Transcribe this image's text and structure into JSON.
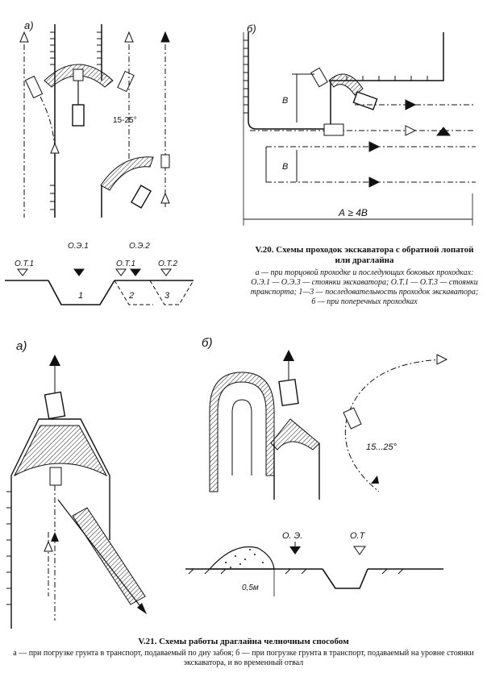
{
  "fig_v20": {
    "panel_a": "а)",
    "panel_b": "б)",
    "angle_a": "15-25°",
    "dim_b1": "В",
    "dim_b2": "В",
    "dim_a": "А ≥ 4В",
    "section_labels": [
      "О.Э.1",
      "О.Э.2",
      "О.Т.1",
      "О.Т.1",
      "О.Т.2",
      "1",
      "2",
      "3"
    ],
    "caption_title": "V.20. Схемы проходок экскаватора с обратной лопатой или драглайна",
    "caption_body": "а — при торцовой проходке и последующих боковых проходках: О.Э.1 — О.Э.3 — стоянки экскаватора; О.Т.1 — О.Т.3 — стоянки транспорта; 1—3 — последовательность проходок экскаватора; б — при поперечных проходках"
  },
  "fig_v21": {
    "panel_a": "а)",
    "panel_b": "б)",
    "angle_b": "15...25°",
    "label_oe": "О. Э.",
    "label_ot": "О.Т",
    "dim_depth": "0,5м",
    "caption_title": "V.21. Схемы работы драглайна челночным способом",
    "caption_body": "а — при погрузке грунта в транспорт, подаваемый по дну забоя; б — при погрузке грунта в транспорт, подаваемый на уровне стоянки экскаватора, и во временный отвал"
  }
}
